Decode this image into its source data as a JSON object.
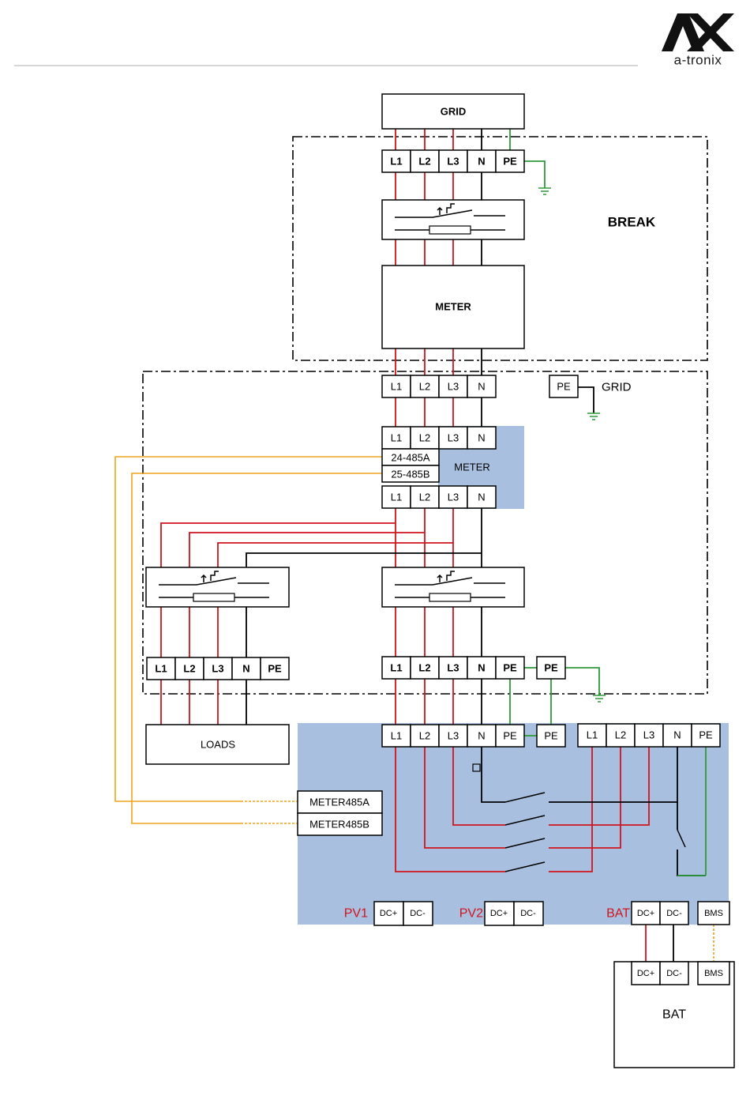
{
  "logo": {
    "wordmark": "a-tronix",
    "mark": "AX"
  },
  "grid_top": {
    "label": "GRID"
  },
  "break_label": "BREAK",
  "meter_main": {
    "label": "METER"
  },
  "terminals_grid": [
    "L1",
    "L2",
    "L3",
    "N",
    "PE"
  ],
  "terminals_mid": [
    "L1",
    "L2",
    "L3",
    "N"
  ],
  "pe_grid": {
    "pe": "PE",
    "label": "GRID"
  },
  "smart_meter": {
    "label": "METER",
    "top": [
      "L1",
      "L2",
      "L3",
      "N"
    ],
    "rs485": [
      "24-485A",
      "25-485B"
    ],
    "bottom": [
      "L1",
      "L2",
      "L3",
      "N"
    ]
  },
  "load_terminals": [
    "L1",
    "L2",
    "L3",
    "N",
    "PE"
  ],
  "grid_out_terminals": [
    "L1",
    "L2",
    "L3",
    "N",
    "PE"
  ],
  "pe_extra": "PE",
  "loads": {
    "label": "LOADS"
  },
  "inverter": {
    "grid_terminals": [
      "L1",
      "L2",
      "L3",
      "N",
      "PE"
    ],
    "pe_terminal": "PE",
    "backup_terminals": [
      "L1",
      "L2",
      "L3",
      "N",
      "PE"
    ],
    "meter485": [
      "METER485A",
      "METER485B"
    ],
    "pv1": {
      "label": "PV1",
      "plus": "DC+",
      "minus": "DC-"
    },
    "pv2": {
      "label": "PV2",
      "plus": "DC+",
      "minus": "DC-"
    },
    "bat": {
      "label": "BAT",
      "plus": "DC+",
      "minus": "DC-"
    },
    "bms": "BMS"
  },
  "battery": {
    "label": "BAT",
    "plus": "DC+",
    "minus": "DC-",
    "bms": "BMS"
  },
  "colors": {
    "line": "#d0141c",
    "neutral": "#000000",
    "earth": "#2e9a3a",
    "rs485": "#f0a41e",
    "inverter_fill": "#a9bfdf",
    "pv_label": "#d0141c"
  }
}
